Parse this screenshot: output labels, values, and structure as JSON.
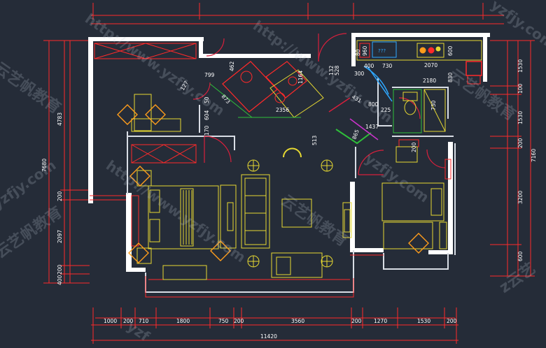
{
  "colors": {
    "background": "#252c38",
    "wall": "#ffffff",
    "dimension": "#ff2a2a",
    "furniture": "#e6d832",
    "fixture": "#ff5a5a",
    "door": "#d8203c",
    "cabinet": "#2ea8ff",
    "green": "#2fbf3a",
    "orange": "#ff9d1c",
    "magenta": "#cc33cc",
    "text": "#ffffff"
  },
  "bottom_dims": {
    "segments": [
      "1000",
      "200",
      "710",
      "1800",
      "750",
      "200",
      "3560",
      "200",
      "1270",
      "1530",
      "200"
    ],
    "total": "11420"
  },
  "left_dims": {
    "outer": "7680",
    "segments": [
      "4783",
      "200",
      "2097",
      "200",
      "400"
    ]
  },
  "right_dims": {
    "outer": "7160",
    "segments": [
      "1530",
      "100",
      "1530",
      "200",
      "3200",
      "600"
    ]
  },
  "inner_dims": [
    "960",
    "80",
    "400",
    "730",
    "2070",
    "600",
    "300",
    "2180",
    "830",
    "528",
    "132",
    "799",
    "462",
    "1164",
    "127",
    "873",
    "50",
    "604",
    "170",
    "2356",
    "431",
    "800",
    "225",
    "730",
    "1437",
    "865",
    "513",
    "200"
  ],
  "labels": {
    "cabinet_mark": "???"
  },
  "watermarks": [
    "http://www.yzfjy.com",
    "云艺帆教育",
    "http://www.yzfjy.com",
    "云艺帆教育",
    "yzfjy.com",
    "云艺帆教育",
    "http://www.yzfjy.com",
    "yzfjy.com",
    "云艺帆教育",
    "yzfjy.com",
    "z云艺",
    "yzf"
  ]
}
